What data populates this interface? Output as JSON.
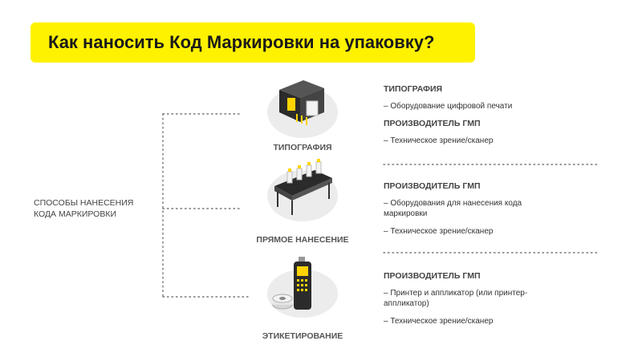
{
  "title": "Как наносить Код Маркировки на упаковку?",
  "colors": {
    "banner": "#fff200",
    "accent_yellow": "#ffd400",
    "device_dark": "#2b2b2b",
    "disc": "#e9e9e9"
  },
  "side_label": {
    "line1": "СПОСОБЫ НАНЕСЕНИЯ",
    "line2": "КОДА МАРКИРОВКИ"
  },
  "methods": [
    {
      "label": "ТИПОГРАФИЯ",
      "icon": "printing-press-icon"
    },
    {
      "label": "ПРЯМОЕ НАНЕСЕНИЕ",
      "icon": "conveyor-marking-icon"
    },
    {
      "label": "ЭТИКЕТИРОВАНИЕ",
      "icon": "handheld-scanner-icon"
    }
  ],
  "info": {
    "block1": {
      "header1": "ТИПОГРАФИЯ",
      "item1": "– Оборудование цифровой печати",
      "header2": "ПРОИЗВОДИТЕЛЬ ГМП",
      "item2": "– Техническое зрение/сканер"
    },
    "block2": {
      "header": "ПРОИЗВОДИТЕЛЬ ГМП",
      "item1": "– Оборудования для нанесения кода маркировки",
      "item2": "– Техническое зрение/сканер"
    },
    "block3": {
      "header": "ПРОИЗВОДИТЕЛЬ ГМП",
      "item1": "– Принтер и аппликатор (или принтер-аппликатор)",
      "item2": "– Техническое зрение/сканер"
    }
  }
}
